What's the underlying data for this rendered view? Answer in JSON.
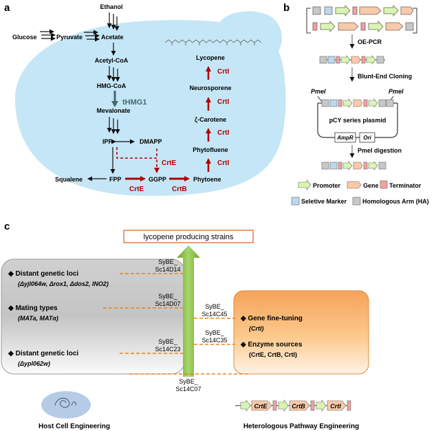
{
  "panel_labels": {
    "a": "a",
    "b": "b",
    "c": "c"
  },
  "panel_a": {
    "left_pathway": {
      "ethanol": "Ethanol",
      "glucose": "Glucose",
      "pyruvate": "Pyruvate",
      "acetate": "Acetate",
      "acetyl_coa": "Acetyl-CoA",
      "hmg_coa": "HMG-CoA",
      "thmg1": "tHMG1",
      "mevalonate": "Mevalonate",
      "ipp": "IPP",
      "dmapp": "DMAPP",
      "squalene": "Squalene",
      "fpp": "FPP",
      "ggpp": "GGPP",
      "phytoene": "Phytoene"
    },
    "enzymes": {
      "crte_dashed": "CrtE",
      "crte": "CrtE",
      "crtb": "CrtB",
      "crti": [
        "CrtI",
        "CrtI",
        "CrtI",
        "CrtI"
      ]
    },
    "right_pathway": {
      "lycopene": "Lycopene",
      "neurosporene": "Neurosporene",
      "zeta_carotene": "ζ-Carotene",
      "phytofluene": "Phytofluene"
    },
    "colors": {
      "cell": "#c5e6f6",
      "enzyme": "#b00000",
      "thmg1": "#3d6b6b"
    }
  },
  "panel_b": {
    "steps": [
      "OE-PCR",
      "Blunt-End Cloning",
      "PmeI digestion"
    ],
    "pme_left": "PmeI",
    "pme_right": "PmeI",
    "plasmid": "pCY series plasmid",
    "amp": "AmpR",
    "ori": "Ori",
    "legend": {
      "promoter": "Promoter",
      "gene": "Gene",
      "terminator": "Terminator",
      "marker": "Seletive Marker",
      "homologous": "Homologous Arm (HA)"
    },
    "colors": {
      "promoter": "#d9f5b0",
      "gene": "#f9c9a8",
      "terminator": "#f2a0a0",
      "marker": "#bcd8ec",
      "homologous": "#c8c8c8"
    }
  },
  "panel_c": {
    "title": "lycopene producing strains",
    "host_items": [
      {
        "title": "Distant genetic loci",
        "detail": "(Δyjl064w, Δrox1, Δdos2, INO2)"
      },
      {
        "title": "Mating types",
        "detail": "(MATa, MATα)"
      },
      {
        "title": "Distant genetic loci",
        "detail": "(Δypl062w)"
      }
    ],
    "pathway_items": [
      {
        "title": "Gene fine-tuning",
        "detail": "(CrtI)"
      },
      {
        "title": "Enzyme sources",
        "detail": "(CrtE, CrtB, CrtI)"
      }
    ],
    "strains_left": [
      [
        "SyBE_",
        "Sc14D14"
      ],
      [
        "SyBE_",
        "Sc14D07"
      ],
      [
        "SyBE_",
        "Sc14C23"
      ]
    ],
    "strains_right": [
      [
        "SyBE_",
        "Sc14C45"
      ],
      [
        "SyBE_",
        "Sc14C35"
      ]
    ],
    "strain_base": [
      "SyBE_",
      "Sc14C07"
    ],
    "genes": [
      "CrtE",
      "CrtB",
      "CrtI"
    ],
    "host_caption": "Host Cell Engineering",
    "pathway_caption": "Heterologous Pathway Engineering",
    "colors": {
      "arrow": "#7dbb2a",
      "dash": "#e8821e",
      "box_border": "#e55a1f"
    }
  }
}
